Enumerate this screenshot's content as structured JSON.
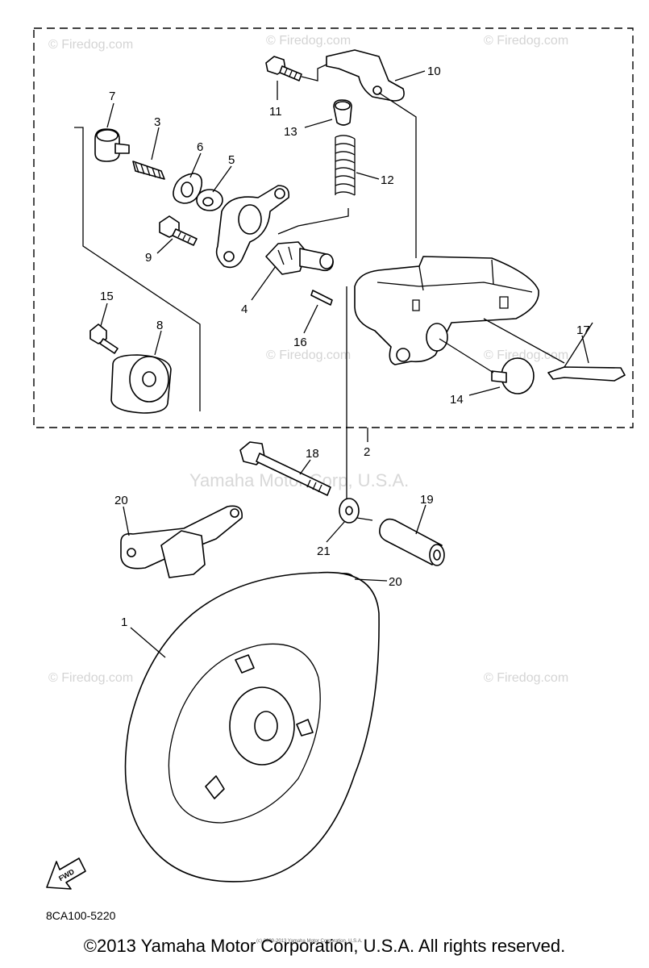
{
  "watermarks": {
    "firedog": "© Firedog.com",
    "center": "Yamaha Motor Corp, U.S.A."
  },
  "callouts": {
    "c1": "1",
    "c2": "2",
    "c3": "3",
    "c4": "4",
    "c5": "5",
    "c6": "6",
    "c7": "7",
    "c8": "8",
    "c9": "9",
    "c10": "10",
    "c11": "11",
    "c12": "12",
    "c13": "13",
    "c14": "14",
    "c15": "15",
    "c16": "16",
    "c17": "17",
    "c18": "18",
    "c19": "19",
    "c20a": "20",
    "c20b": "20",
    "c21": "21"
  },
  "front_arrow": "FWD",
  "diagram_code": "8CA100-5220",
  "fine_print": "(c) 2009-2013 Yamaha Motor Corporation, U.S.A.",
  "copyright": "©2013 Yamaha Motor Corporation, U.S.A. All rights reserved."
}
